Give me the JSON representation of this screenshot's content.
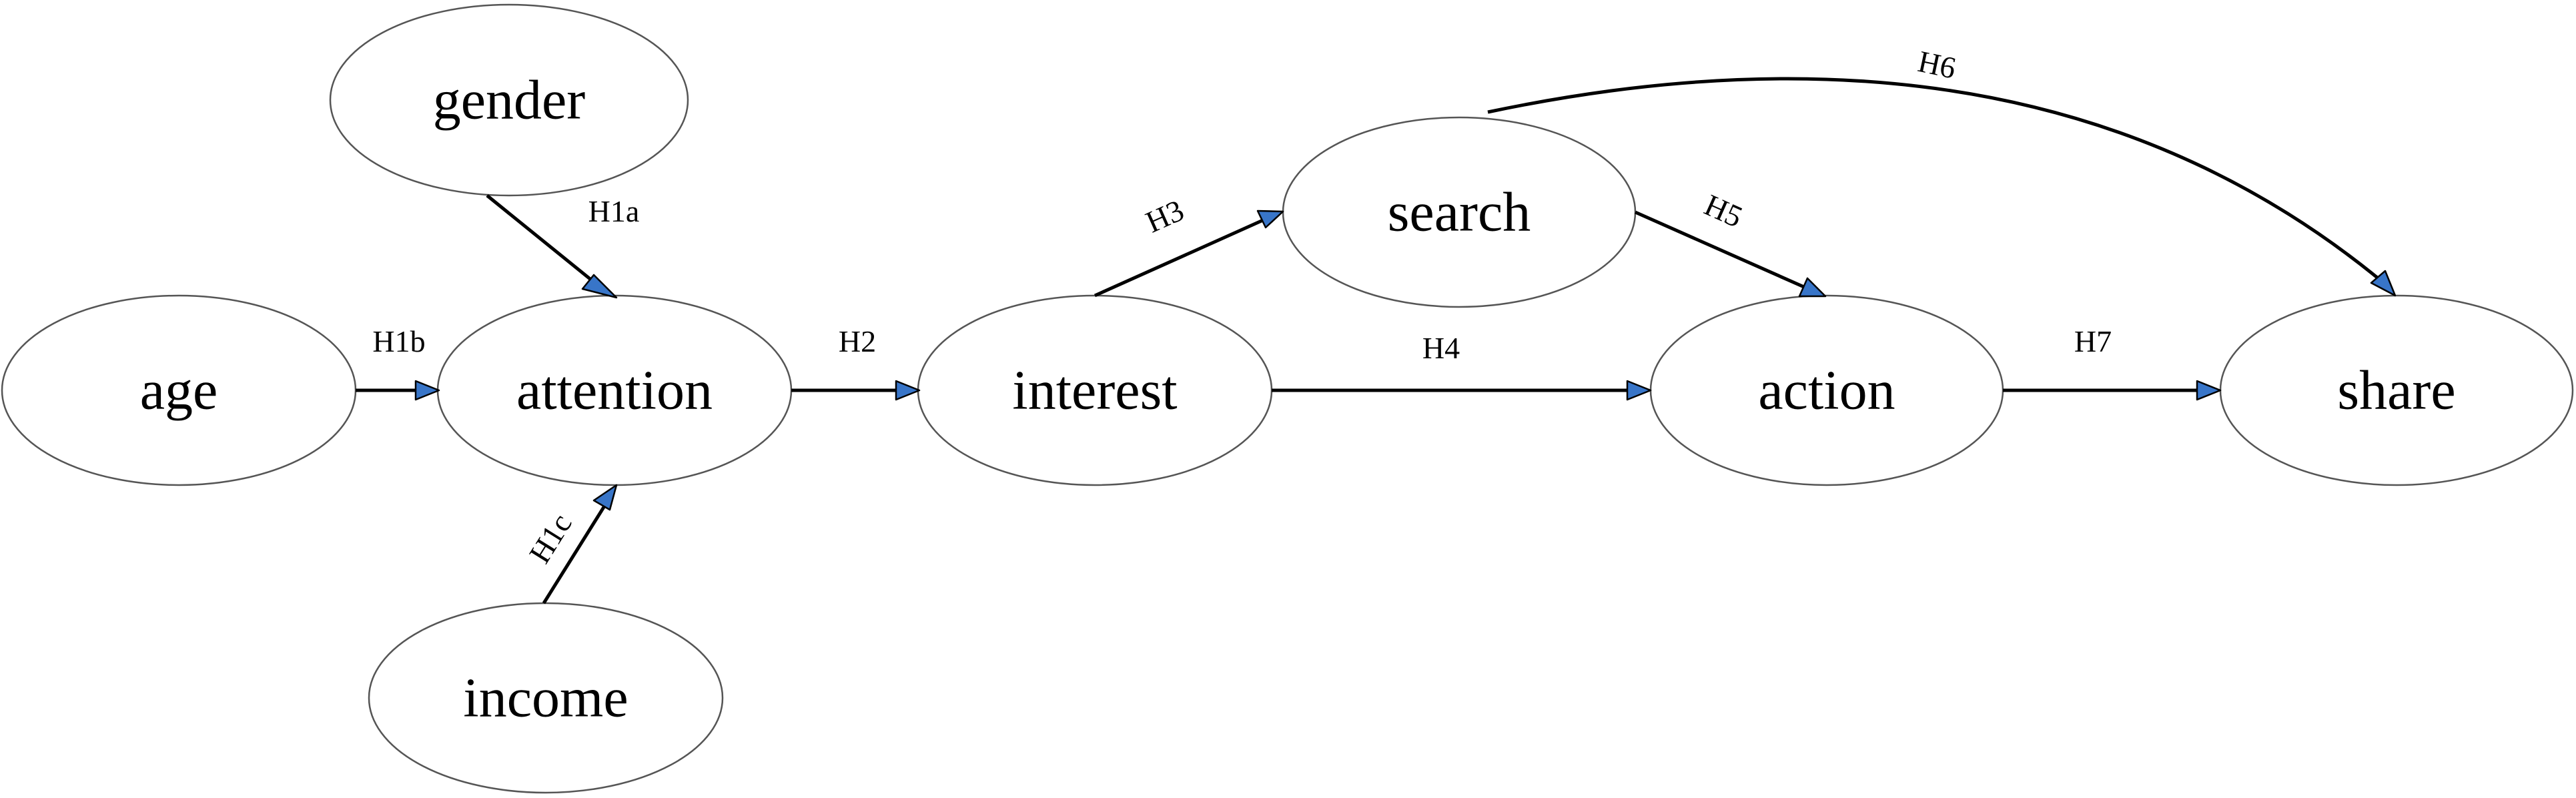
{
  "colors": {
    "arrowhead": "#3875C8",
    "node_border": "#555555",
    "line": "#000000",
    "background": "#FFFFFF"
  },
  "nodes": {
    "gender": "gender",
    "age": "age",
    "attention": "attention",
    "income": "income",
    "interest": "interest",
    "search": "search",
    "action": "action",
    "share": "share"
  },
  "edges": {
    "h1a": {
      "from": "gender",
      "to": "attention",
      "label": "H1a"
    },
    "h1b": {
      "from": "age",
      "to": "attention",
      "label": "H1b"
    },
    "h1c": {
      "from": "income",
      "to": "attention",
      "label": "H1c"
    },
    "h2": {
      "from": "attention",
      "to": "interest",
      "label": "H2"
    },
    "h3": {
      "from": "interest",
      "to": "search",
      "label": "H3"
    },
    "h4": {
      "from": "interest",
      "to": "action",
      "label": "H4"
    },
    "h5": {
      "from": "search",
      "to": "action",
      "label": "H5"
    },
    "h6": {
      "from": "search",
      "to": "share",
      "label": "H6"
    },
    "h7": {
      "from": "action",
      "to": "share",
      "label": "H7"
    }
  }
}
